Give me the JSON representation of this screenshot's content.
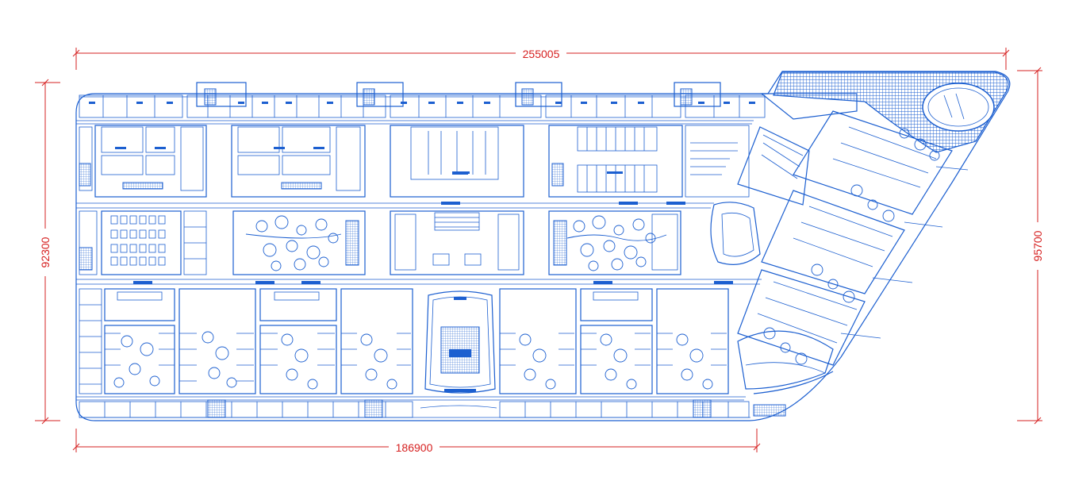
{
  "dimensions": {
    "top": "255005",
    "bottom": "186900",
    "left": "92300",
    "right": "95700"
  },
  "colors": {
    "walls": "#1c5fd0",
    "dimension": "#d62020",
    "background": "#ffffff"
  }
}
